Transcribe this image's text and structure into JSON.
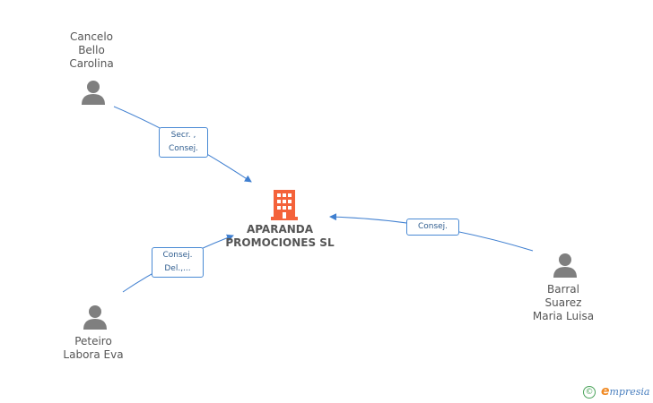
{
  "colors": {
    "edge": "#3f7fd0",
    "person_icon": "#7f7f7f",
    "company_icon": "#f4623a",
    "text": "#555555"
  },
  "company": {
    "name_line1": "APARANDA",
    "name_line2": "PROMOCIONES SL",
    "icon": "building-icon"
  },
  "people": [
    {
      "id": "cancelo",
      "lines": [
        "Cancelo",
        "Bello",
        "Carolina"
      ],
      "icon": "person-icon"
    },
    {
      "id": "barral",
      "lines": [
        "Barral",
        "Suarez",
        "Maria Luisa"
      ],
      "icon": "person-icon"
    },
    {
      "id": "peteiro",
      "lines": [
        "Peteiro",
        "Labora Eva"
      ],
      "icon": "person-icon"
    }
  ],
  "relations": [
    {
      "from": "cancelo",
      "lines": [
        "Secr. ,",
        "Consej."
      ]
    },
    {
      "from": "barral",
      "lines": [
        "Consej."
      ]
    },
    {
      "from": "peteiro",
      "lines": [
        "Consej.",
        "Del.,..."
      ]
    }
  ],
  "brand": {
    "copyright": "©",
    "e": "e",
    "rest": "mpresia"
  }
}
